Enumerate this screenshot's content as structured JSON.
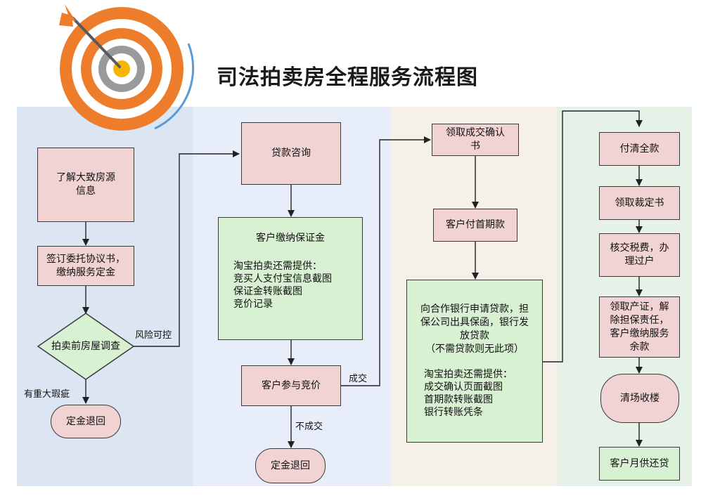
{
  "title": "司法拍卖房全程服务流程图",
  "colors": {
    "lane1": "#dce6f3",
    "lane2": "#e8eef9",
    "lane3": "#f6f1e8",
    "lane4": "#e6f2e8",
    "pink_box": "#f2d3d3",
    "green_box": "#d8f1d2",
    "target_orange": "#ee7d2b",
    "target_gray": "#9a9a9a",
    "target_yellow": "#f7b500"
  },
  "icon": "target-with-arrow-icon",
  "nodes": {
    "understand": "了解大致房源\n信息",
    "sign": "签订委托协议书，\n缴纳服务定金",
    "inspect": "拍卖前房屋调查",
    "refund1": "定金退回",
    "loan_consult": "贷款咨询",
    "deposit": "客户缴纳保证金",
    "deposit_note": "淘宝拍卖还需提供：\n竞买人支付宝信息截图\n保证金转账截图\n竞价记录",
    "bid": "客户参与竞价",
    "refund2": "定金退回",
    "confirm": "领取成交确认\n书",
    "down_payment": "客户付首期款",
    "bank_loan": "向合作银行申请贷款，担\n保公司出具保函，银行发\n放贷款\n（不需贷款则无此项）",
    "bank_note": "淘宝拍卖还需提供：\n成交确认页面截图\n首期款转账截图\n银行转账凭条",
    "pay_full": "付清全款",
    "ruling": "领取裁定书",
    "tax": "核交税费，办\n理过户",
    "certificate": "领取产证，解\n除担保责任，\n客户缴纳服务\n余款",
    "clear": "清场收楼",
    "monthly": "客户月供还贷"
  },
  "edge_labels": {
    "risk_ok": "风险可控",
    "major_defect": "有重大瑕疵",
    "deal": "成交",
    "no_deal": "不成交"
  }
}
